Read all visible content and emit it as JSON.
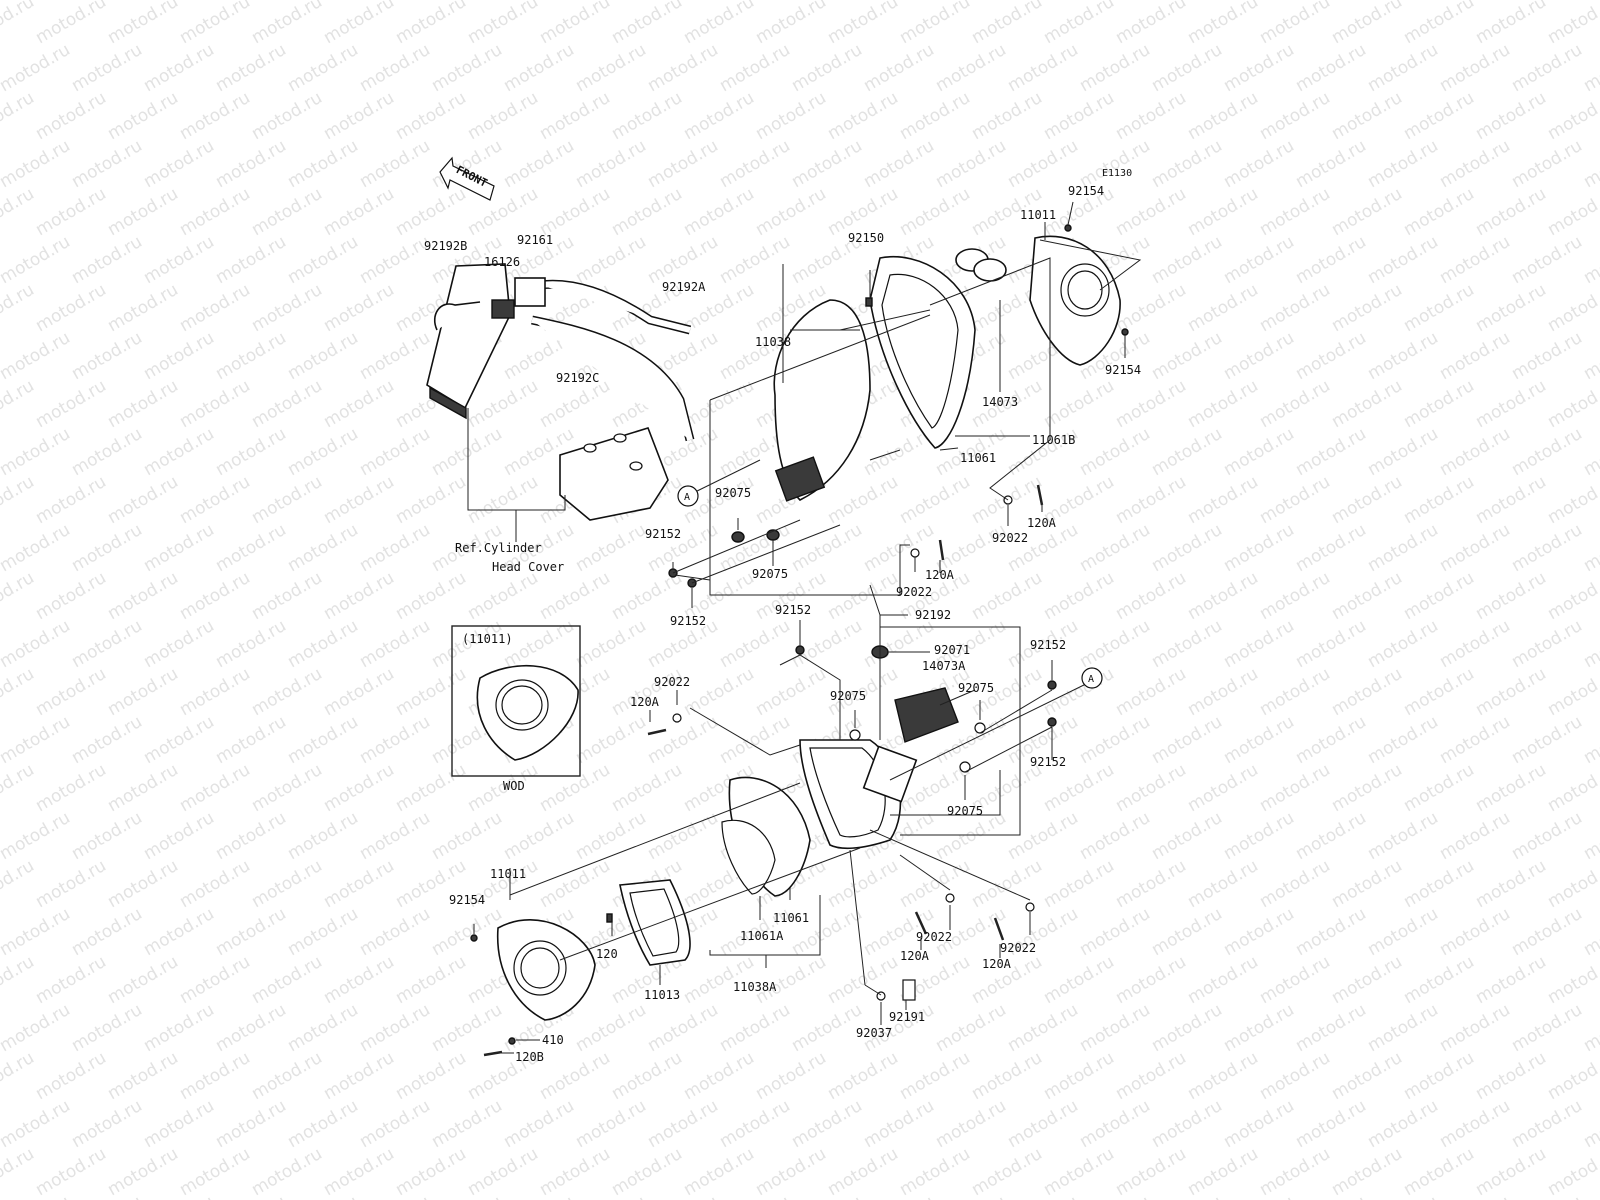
{
  "diagram_code": "E1130",
  "front_label": "FRONT",
  "wod_box_title": "(11011)",
  "wod_box_caption": "WOD",
  "ref_label_line1": "Ref.Cylinder",
  "ref_label_line2": "Head Cover",
  "circle_marker": "A",
  "watermark_text": "motod.ru",
  "part_labels": {
    "p92154_top": "92154",
    "p11011_top": "11011",
    "p92154_right": "92154",
    "p14073": "14073",
    "p92161": "92161",
    "p16126": "16126",
    "p92192B": "92192B",
    "p92192A": "92192A",
    "p92192C": "92192C",
    "p92150": "92150",
    "p11038": "11038",
    "p11061B": "11061B",
    "p11061_top": "11061",
    "p120A_r1": "120A",
    "p92022_r1": "92022",
    "p92075_a": "92075",
    "p92152_a": "92152",
    "p92075_b": "92075",
    "p120A_r2": "120A",
    "p92022_r2": "92022",
    "p92152_b": "92152",
    "p92152_c": "92152",
    "p92192": "92192",
    "p92071": "92071",
    "p92152_d": "92152",
    "p14073A": "14073A",
    "p92075_c": "92075",
    "p92022_l": "92022",
    "p120A_l": "120A",
    "p92075_d": "92075",
    "p92152_e": "92152",
    "p92075_e": "92075",
    "p11011_bot": "11011",
    "p92154_bot": "92154",
    "p120": "120",
    "p11061_bot": "11061",
    "p11061A": "11061A",
    "p11013": "11013",
    "p11038A": "11038A",
    "p92022_b1": "92022",
    "p120A_b1": "120A",
    "p92022_b2": "92022",
    "p120A_b2": "120A",
    "p92191": "92191",
    "p92037": "92037",
    "p410": "410",
    "p120B": "120B"
  }
}
